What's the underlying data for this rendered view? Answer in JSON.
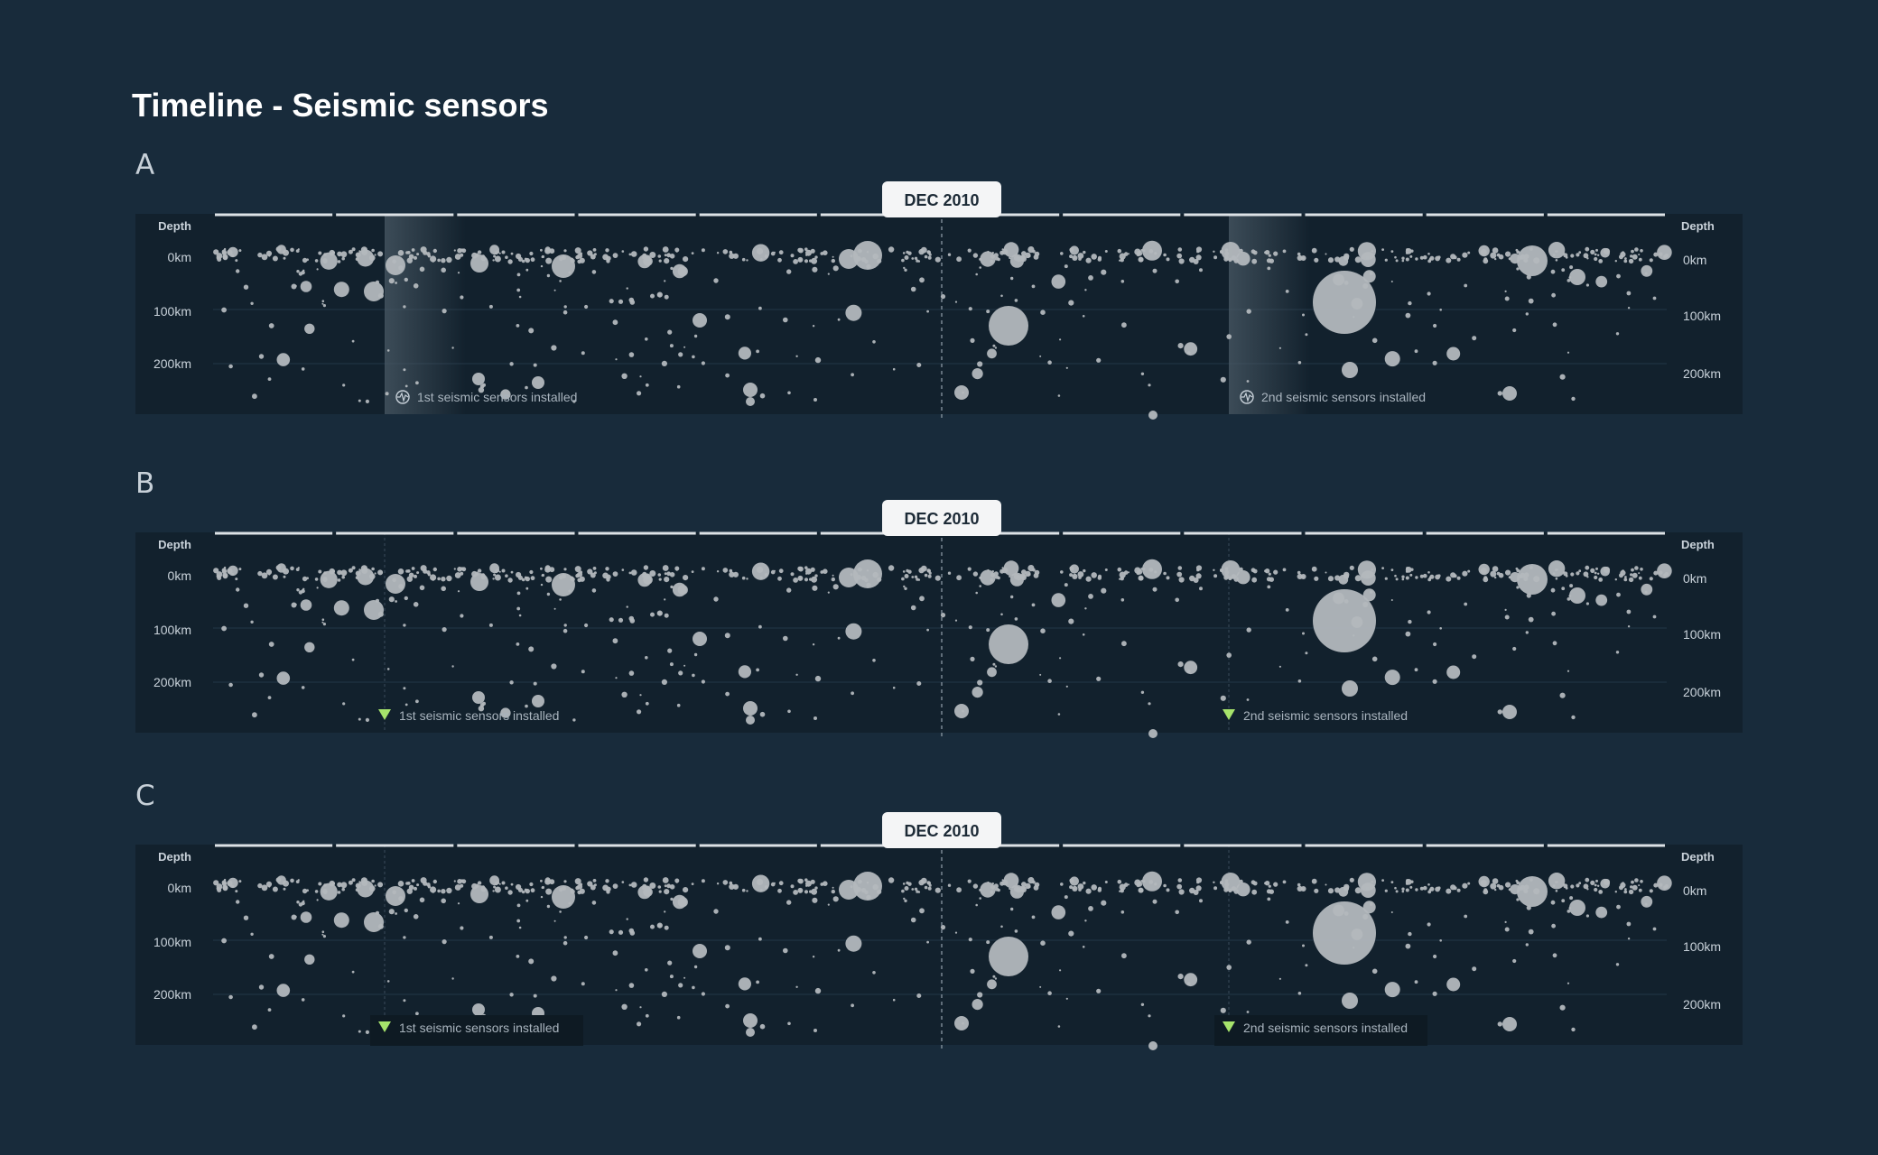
{
  "page": {
    "title": "Timeline - Seismic sensors"
  },
  "colors": {
    "background": "#182b3b",
    "panel": "#12212d",
    "gridline": "#233646",
    "quake": "#b3b8bd",
    "marker_green": "#a6e36b",
    "date_badge_bg": "#f4f5f6",
    "segment_line": "#dde2e6"
  },
  "variants": [
    {
      "letter": "A",
      "date_label": "DEC 2010",
      "depth_title_left": "Depth",
      "depth_title_right": "Depth",
      "left_ticks": [
        "0km",
        "100km",
        "200km"
      ],
      "right_ticks": [
        "0km",
        "100km",
        "200km"
      ],
      "marker_style": "highlight-band",
      "markers": [
        {
          "label": "1st seismic sensors installed",
          "icon": "seismic-wave-icon"
        },
        {
          "label": "2nd seismic sensors installed",
          "icon": "seismic-wave-icon"
        }
      ]
    },
    {
      "letter": "B",
      "date_label": "DEC 2010",
      "depth_title_left": "Depth",
      "depth_title_right": "Depth",
      "left_ticks": [
        "0km",
        "100km",
        "200km"
      ],
      "right_ticks": [
        "0km",
        "100km",
        "200km"
      ],
      "marker_style": "triangle",
      "markers": [
        {
          "label": "1st seismic sensors installed",
          "icon": "triangle-down-icon"
        },
        {
          "label": "2nd seismic sensors installed",
          "icon": "triangle-down-icon"
        }
      ]
    },
    {
      "letter": "C",
      "date_label": "DEC 2010",
      "depth_title_left": "Depth",
      "depth_title_right": "Depth",
      "left_ticks": [
        "0km",
        "100km",
        "200km"
      ],
      "right_ticks": [
        "0km",
        "100km",
        "200km"
      ],
      "marker_style": "triangle-boxed",
      "markers": [
        {
          "label": "1st seismic sensors installed",
          "icon": "triangle-down-icon"
        },
        {
          "label": "2nd seismic sensors installed",
          "icon": "triangle-down-icon"
        }
      ]
    }
  ]
}
